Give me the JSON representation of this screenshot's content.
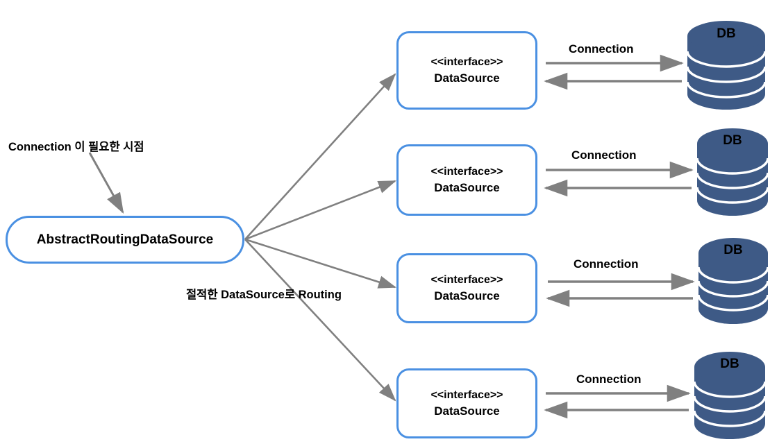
{
  "diagram": {
    "title_node": {
      "label": "AbstractRoutingDataSource"
    },
    "notes": [
      {
        "id": "connection-needed",
        "text": "Connection 이 필요한 시점"
      },
      {
        "id": "routing-note",
        "text": "절적한 DataSource로 Routing"
      }
    ],
    "datasources": [
      {
        "stereotype": "<<interface>>",
        "name": "DataSource"
      },
      {
        "stereotype": "<<interface>>",
        "name": "DataSource"
      },
      {
        "stereotype": "<<interface>>",
        "name": "DataSource"
      },
      {
        "stereotype": "<<interface>>",
        "name": "DataSource"
      }
    ],
    "connections": [
      {
        "label": "Connection"
      },
      {
        "label": "Connection"
      },
      {
        "label": "Connection"
      },
      {
        "label": "Connection"
      }
    ],
    "databases": [
      {
        "label": "DB"
      },
      {
        "label": "DB"
      },
      {
        "label": "DB"
      },
      {
        "label": "DB"
      }
    ],
    "colors": {
      "box_border": "#4a90e2",
      "box_fill": "#ffffff",
      "arrow": "#808080",
      "db_fill": "#3e5a86",
      "db_stroke": "#ffffff",
      "text": "#000000",
      "background": "#ffffff"
    }
  }
}
